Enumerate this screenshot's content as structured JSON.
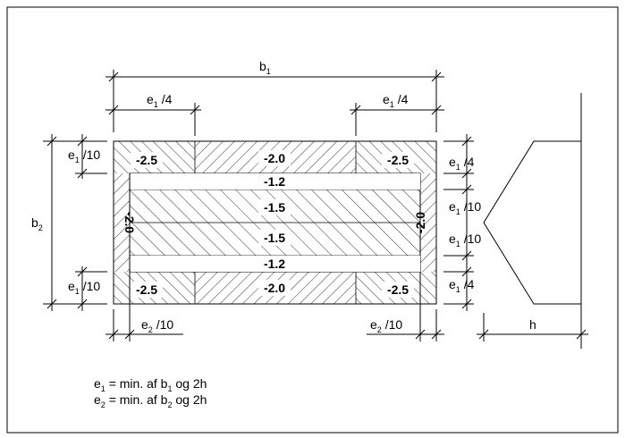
{
  "dimensions": {
    "b1": {
      "base": "b",
      "sub": "1"
    },
    "b2": {
      "base": "b",
      "sub": "2"
    },
    "h": "h",
    "e1_4": {
      "base": "e",
      "sub": "1",
      "tail": " /4"
    },
    "e1_10": {
      "base": "e",
      "sub": "1",
      "tail": " /10"
    },
    "e2_10": {
      "base": "e",
      "sub": "2",
      "tail": " /10"
    }
  },
  "zones": {
    "corner": "-2.5",
    "edge_long": "-2.0",
    "edge_short": "-2.0",
    "strip_outer": "-1.2",
    "strip_inner": "-1.5"
  },
  "notes": [
    {
      "base": "e",
      "sub": "1",
      "text": " = min. af b",
      "sub2": "1",
      "text2": " og 2h"
    },
    {
      "base": "e",
      "sub": "2",
      "text": " = min. af b",
      "sub2": "2",
      "text2": " og 2h"
    }
  ]
}
